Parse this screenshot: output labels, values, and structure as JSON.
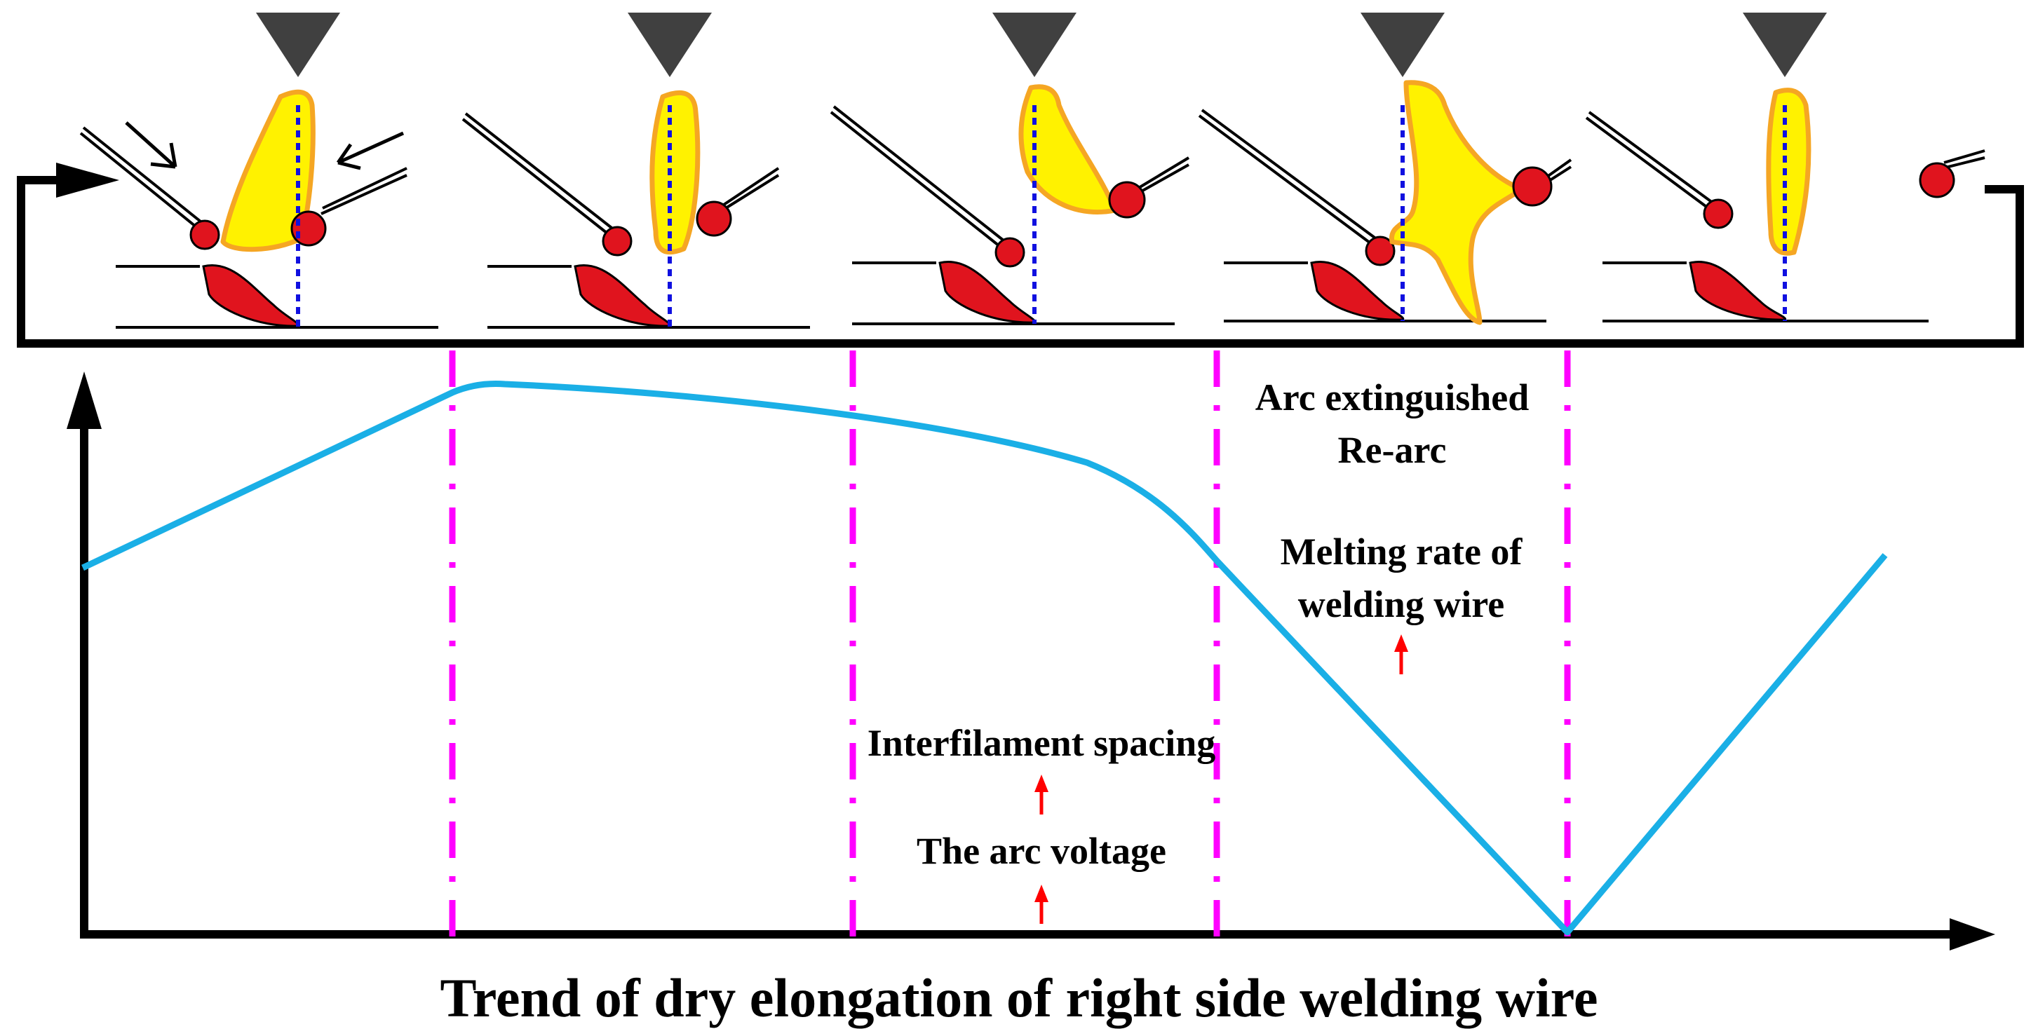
{
  "title": "Trend of dry elongation of right side welding wire",
  "annotations": {
    "arc_extinguished": "Arc extinguished",
    "re_arc": "Re-arc",
    "melting_rate_line1": "Melting rate of",
    "melting_rate_line2": "welding wire",
    "interfilament_spacing": "Interfilament spacing",
    "arc_voltage": "The arc voltage"
  },
  "colors": {
    "curve": "#1AAFE6",
    "divider": "#FF00FF",
    "torch": "#404040",
    "arc_fill": "#FFF200",
    "arc_outline": "#F5A623",
    "droplet": "#E0141E",
    "centerline": "#1010E0",
    "increase_arrow": "#FF0000",
    "frame": "#000000"
  },
  "stages": 5,
  "icons": [
    "torch-nozzle-icon",
    "welding-wire-icon",
    "molten-droplet-icon",
    "weld-pool-icon",
    "arc-plume-icon",
    "up-arrow-icon"
  ]
}
